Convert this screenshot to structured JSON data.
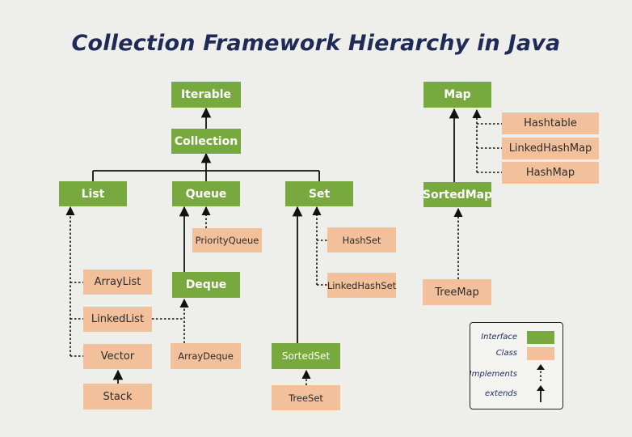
{
  "title": "Collection Framework Hierarchy in Java",
  "nodes": {
    "iterable": "Iterable",
    "collection": "Collection",
    "list": "List",
    "queue": "Queue",
    "set": "Set",
    "map": "Map",
    "sortedmap": "SortedMap",
    "hashtable": "Hashtable",
    "linkedhashmap": "LinkedHashMap",
    "hashmap": "HashMap",
    "treemap": "TreeMap",
    "priorityqueue": "PriorityQueue",
    "deque": "Deque",
    "arraydeque": "ArrayDeque",
    "hashset": "HashSet",
    "linkedhashset": "LinkedHashSet",
    "sortedset": "SortedSet",
    "treeset": "TreeSet",
    "arraylist": "ArrayList",
    "linkedlist": "LinkedList",
    "vector": "Vector",
    "stack": "Stack"
  },
  "legend": {
    "interface": "Interface",
    "class": "Class",
    "implements": "Implements",
    "extends": "extends"
  },
  "colors": {
    "interface": "#78a93f",
    "class": "#f2c09a",
    "title": "#1f2a57"
  }
}
